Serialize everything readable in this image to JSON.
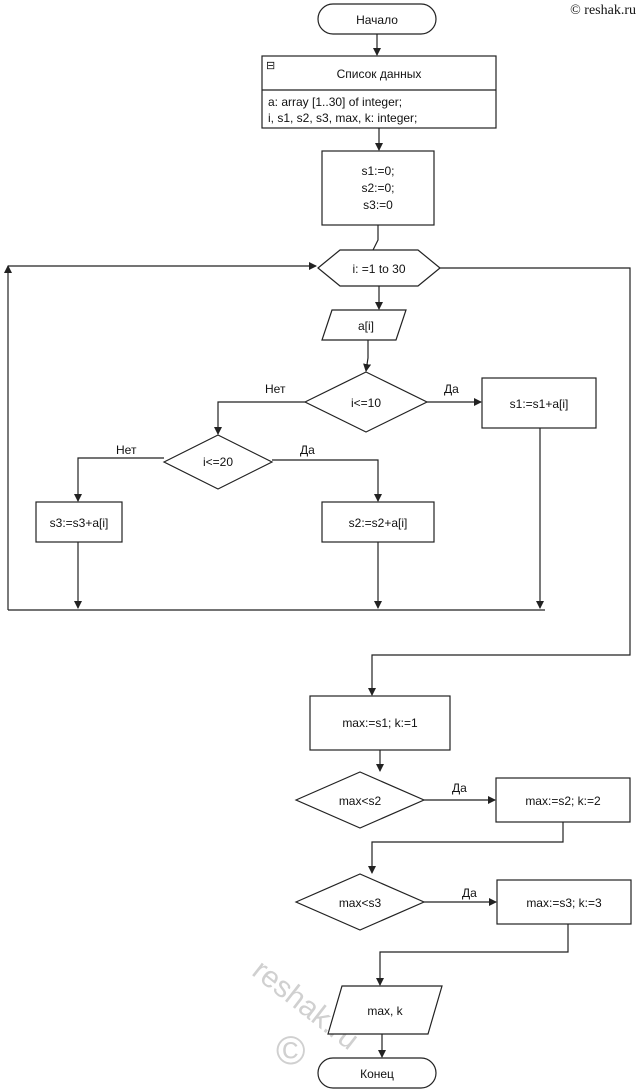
{
  "copyright": "© reshak.ru",
  "watermark": {
    "text": "reshak.ru",
    "symbol": "©"
  },
  "blocks": {
    "start": "Начало",
    "data_list_header": "Список данных",
    "data_list_icon": "⊟",
    "data_list_lines": [
      "a: array [1..30] of integer;",
      "i, s1, s2, s3, max, k: integer;"
    ],
    "init_lines": [
      "s1:=0;",
      "s2:=0;",
      "s3:=0"
    ],
    "loop": "i: =1 to 30",
    "input": "a[i]",
    "cond1": "i<=10",
    "s1_update": "s1:=s1+a[i]",
    "cond2": "i<=20",
    "s2_update": "s2:=s2+a[i]",
    "s3_update": "s3:=s3+a[i]",
    "max_init": "max:=s1; k:=1",
    "cond3": "max<s2",
    "set_k2": "max:=s2; k:=2",
    "cond4": "max<s3",
    "set_k3": "max:=s3; k:=3",
    "output": "max, k",
    "end": "Конец"
  },
  "branch_labels": {
    "cond1_no": "Нет",
    "cond1_yes": "Да",
    "cond2_no": "Нет",
    "cond2_yes": "Да",
    "cond3_yes": "Да",
    "cond4_yes": "Да"
  }
}
